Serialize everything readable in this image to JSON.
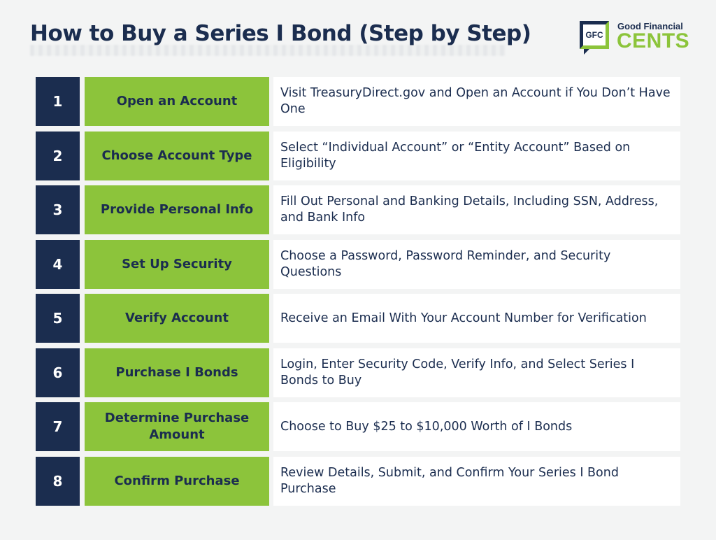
{
  "header": {
    "title": "How to Buy a Series I Bond (Step by Step)"
  },
  "logo": {
    "badge": "GFC",
    "top_text": "Good Financial",
    "bottom_text": "CENTS",
    "colors": {
      "navy": "#1b2d4f",
      "green": "#8cc43b"
    }
  },
  "steps": [
    {
      "number": "1",
      "title": "Open an Account",
      "description": "Visit TreasuryDirect.gov and Open an Account if You Don’t Have One"
    },
    {
      "number": "2",
      "title": "Choose Account Type",
      "description": "Select “Individual Account” or “Entity Account” Based on Eligibility"
    },
    {
      "number": "3",
      "title": "Provide Personal Info",
      "description": "Fill Out Personal and Banking Details, Including SSN, Address, and Bank Info"
    },
    {
      "number": "4",
      "title": "Set Up Security",
      "description": "Choose a Password, Password Reminder, and Security Questions"
    },
    {
      "number": "5",
      "title": "Verify Account",
      "description": "Receive an Email With Your Account Number for Verification"
    },
    {
      "number": "6",
      "title": "Purchase I Bonds",
      "description": "Login, Enter Security Code, Verify Info, and Select Series I Bonds to Buy"
    },
    {
      "number": "7",
      "title": "Determine Purchase Amount",
      "description": "Choose to Buy $25 to $10,000 Worth of I Bonds"
    },
    {
      "number": "8",
      "title": "Confirm Purchase",
      "description": "Review Details, Submit, and Confirm Your Series I Bond Purchase"
    }
  ]
}
